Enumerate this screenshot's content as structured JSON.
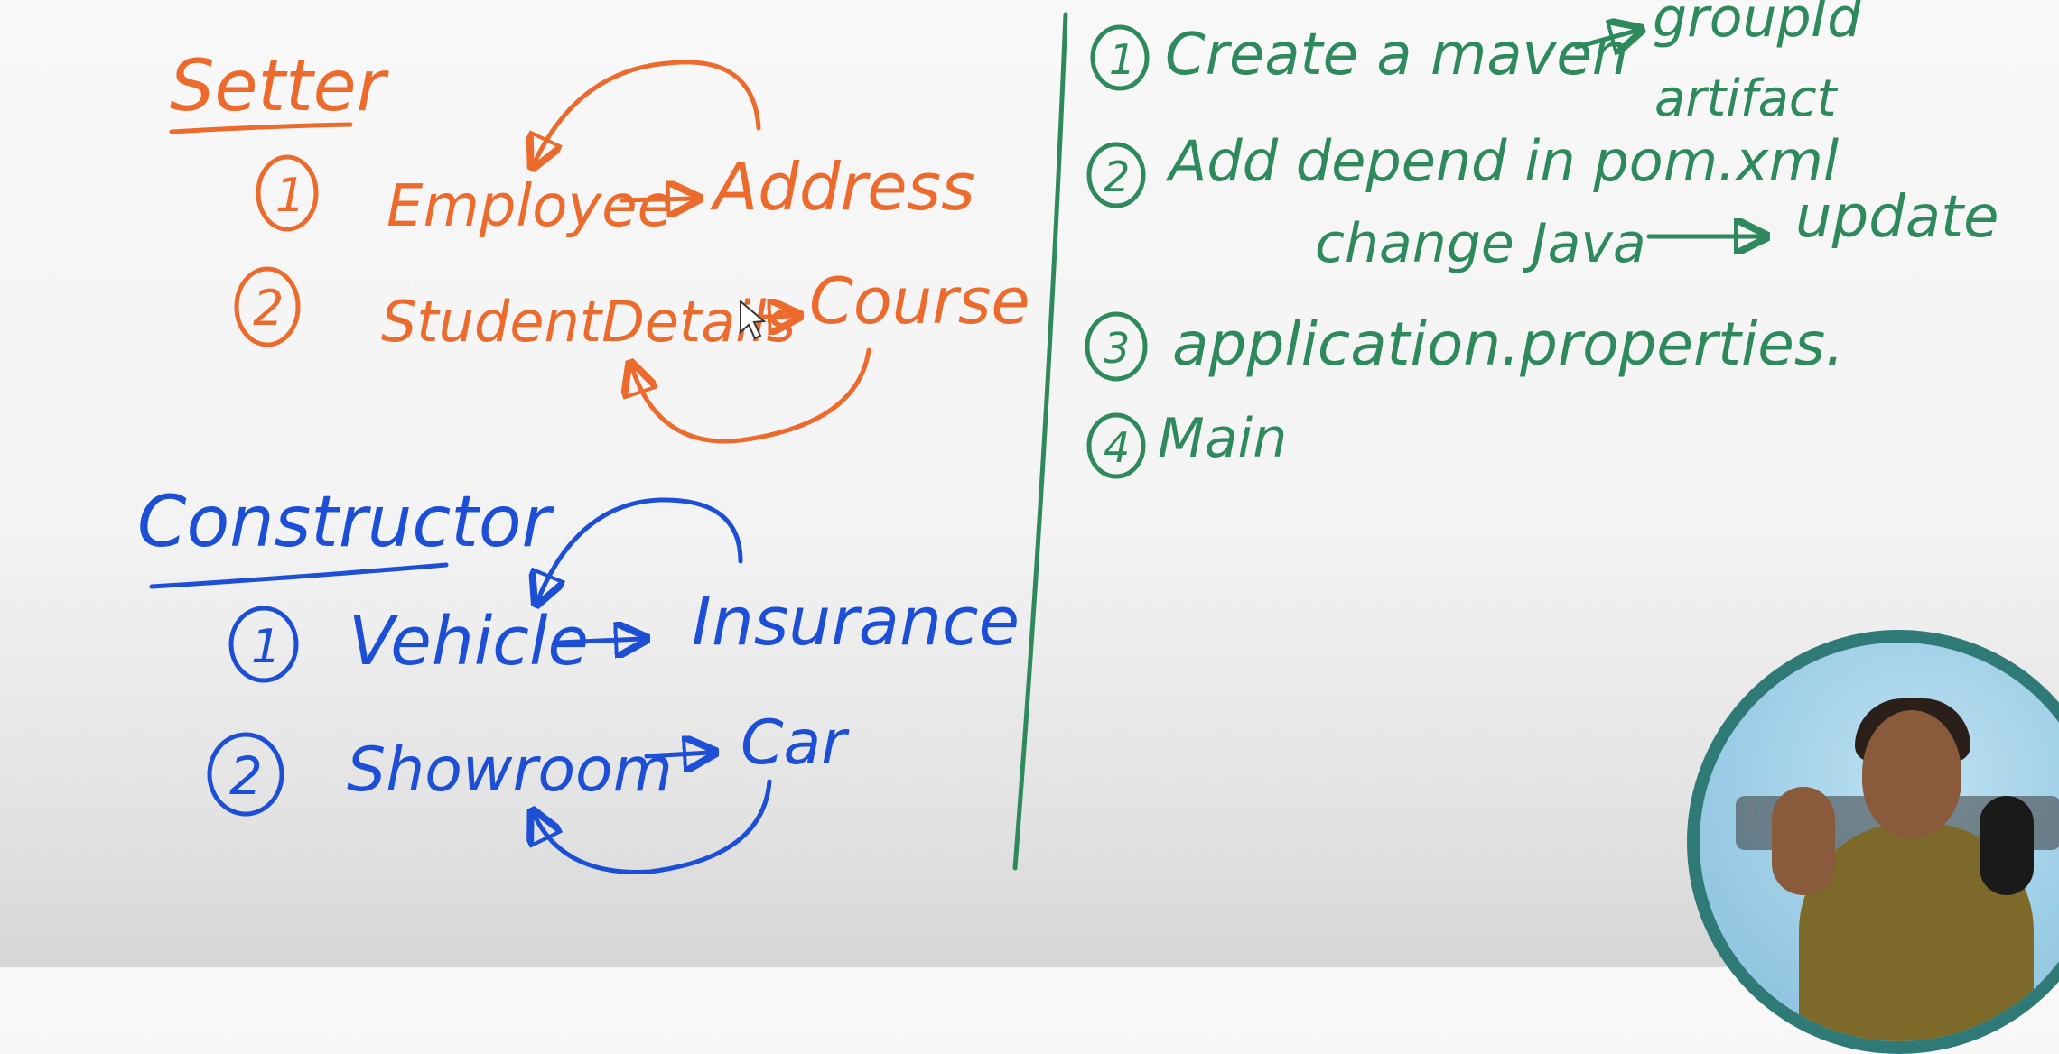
{
  "colors": {
    "setter": "#ec6a2c",
    "constructor": "#1d4fd6",
    "steps": "#2e8a5c",
    "webcam_ring": "#2f7a77"
  },
  "setter": {
    "heading": "Setter",
    "items": [
      {
        "num": "1",
        "from": "Employee",
        "to": "Address"
      },
      {
        "num": "2",
        "from": "StudentDetails",
        "to": "Course"
      }
    ]
  },
  "constructor": {
    "heading": "Constructor",
    "items": [
      {
        "num": "1",
        "from": "Vehicle",
        "to": "Insurance"
      },
      {
        "num": "2",
        "from": "Showroom",
        "to": "Car"
      }
    ]
  },
  "steps": {
    "items": [
      {
        "num": "1",
        "text": "Create a maven",
        "arrow_to": "groupId",
        "extra": "artifact"
      },
      {
        "num": "2",
        "text": "Add depend in pom.xml",
        "sub": "change Java",
        "arrow_to": "update"
      },
      {
        "num": "3",
        "text": "application.properties."
      },
      {
        "num": "4",
        "text": "Main"
      }
    ]
  },
  "icons": [
    "mouse-cursor-icon",
    "webcam-overlay"
  ]
}
